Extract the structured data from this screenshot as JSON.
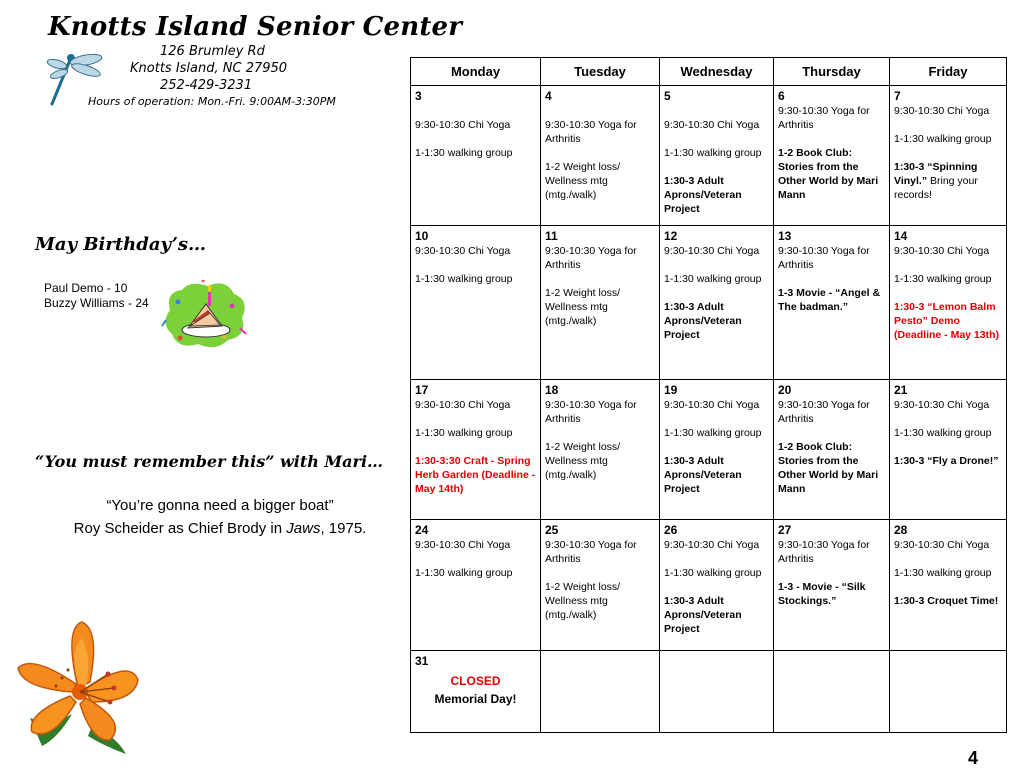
{
  "header": {
    "center_name": "Knotts Island Senior Center",
    "street": "126 Brumley Rd",
    "city": "Knotts Island, NC 27950",
    "phone": "252-429-3231",
    "hours": "Hours of operation: Mon.-Fri. 9:00AM-3:30PM"
  },
  "birthdays": {
    "title": "May Birthday’s…",
    "people": [
      "Paul Demo - 10",
      "Buzzy Williams - 24"
    ]
  },
  "mari": {
    "title": "“You must remember this” with Mari…",
    "quote": "“You’re gonna need a bigger boat”",
    "credit_prefix": "Roy Scheider as Chief Brody in ",
    "credit_film": "Jaws",
    "credit_suffix": ", 1975."
  },
  "calendar": {
    "days": [
      "Monday",
      "Tuesday",
      "Wednesday",
      "Thursday",
      "Friday"
    ],
    "weeks": [
      {
        "dates": [
          "3",
          "4",
          "5",
          "6",
          "7"
        ]
      },
      {
        "dates": [
          "10",
          "11",
          "12",
          "13",
          "14"
        ]
      },
      {
        "dates": [
          "17",
          "18",
          "19",
          "20",
          "21"
        ]
      },
      {
        "dates": [
          "24",
          "25",
          "26",
          "27",
          "28"
        ]
      },
      {
        "dates": [
          "31",
          "",
          "",
          "",
          ""
        ]
      }
    ],
    "chi_yoga": "9:30-10:30 Chi Yoga",
    "walking": "1-1:30 walking group",
    "yoga_arthritis": "9:30-10:30 Yoga for Arthritis",
    "weight_loss": "1-2 Weight loss/ Wellness mtg (mtg./walk)",
    "aprons": "1:30-3 Adult Aprons/Veteran Project",
    "book_club": "1-2 Book Club: Stories from the Other World by Mari Mann",
    "spinning_bold": "1:30-3  “Spinning Vinyl.”",
    "spinning_rest": "  Bring your records!",
    "movie_angel": "1-3  Movie - “Angel & The badman.”",
    "lemon_pesto": "1:30-3 “Lemon Balm Pesto” Demo (Deadline - May 13th)",
    "craft_garden": "1:30-3:30 Craft - Spring Herb Garden (Deadline - May 14th)",
    "drone": "1:30-3 “Fly a Drone!”",
    "movie_silk": "1-3 - Movie - “Silk Stockings.”",
    "croquet": "1:30-3 Croquet Time!",
    "closed": "CLOSED",
    "memorial": "Memorial Day!"
  },
  "page_number": "4",
  "colors": {
    "highlight_red": "#e00000"
  },
  "icons": [
    "dragonfly-icon",
    "birthday-cake-icon",
    "orange-lily-icon"
  ]
}
